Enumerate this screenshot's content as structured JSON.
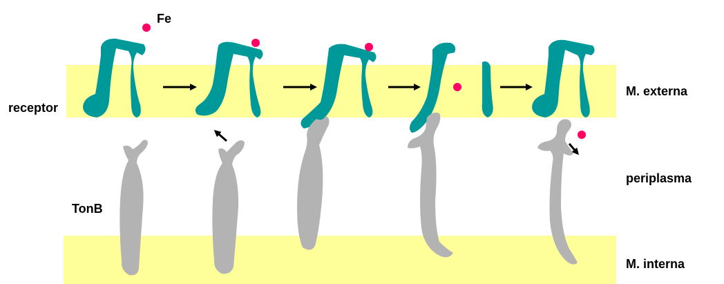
{
  "labels": {
    "fe": "Fe",
    "receptor": "receptor",
    "tonb": "TonB",
    "outer_membrane": "M. externa",
    "periplasm": "periplasma",
    "inner_membrane": "M. interna"
  },
  "colors": {
    "membrane": "#ffff99",
    "receptor": "#009999",
    "tonb": "#b3b3b3",
    "iron": "#ff0066",
    "arrow": "#000000"
  },
  "icons": [
    "iron-ion-dot",
    "process-arrow",
    "movement-arrow"
  ]
}
